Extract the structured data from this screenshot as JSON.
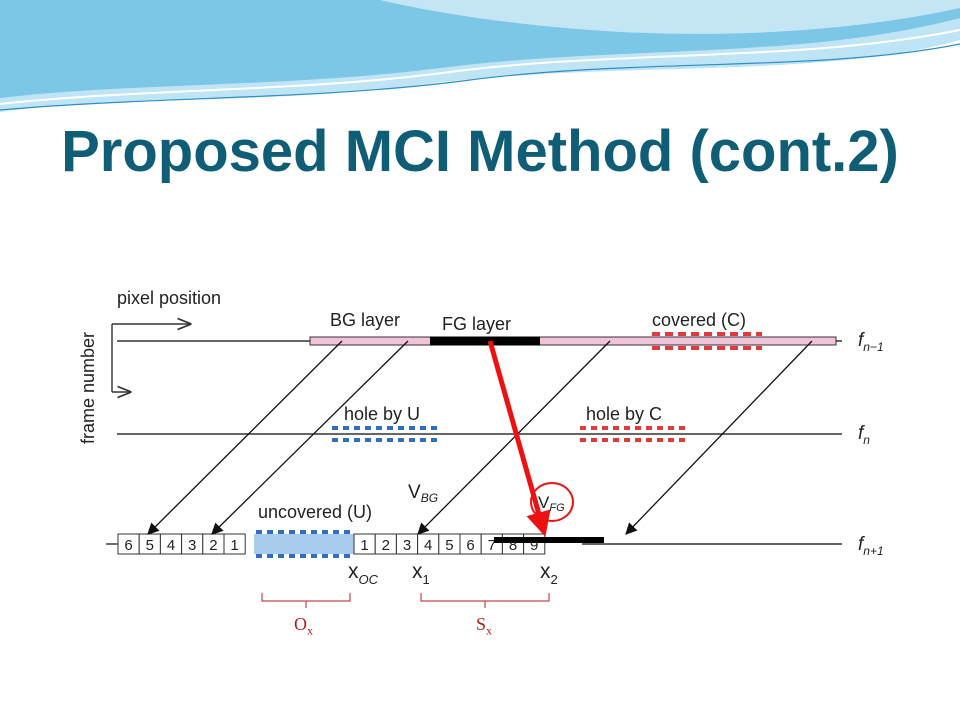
{
  "title": "Proposed MCI Method (cont.2)",
  "colors": {
    "title": "#0f5e75",
    "banner_light": "#bfe4f5",
    "banner_mid": "#7cc6e6",
    "banner_dark": "#3a9fd0",
    "bg_layer": "#f1c3d9",
    "fg_layer": "#000000",
    "covered": "#e03a3a",
    "uncovered": "#2f6fc0",
    "uncovered_fill": "#a9cbed",
    "motion_arrow": "#ee1111",
    "bracket": "#c94545",
    "bracket_text": "#b02020"
  },
  "diagram": {
    "axis_pixel": "pixel position",
    "axis_frame": "frame number",
    "bg_layer": "BG layer",
    "fg_layer": "FG layer",
    "covered": "covered (C)",
    "hole_u": "hole by U",
    "hole_c": "hole by C",
    "uncovered": "uncovered (U)",
    "v_bg": "V",
    "v_bg_sub": "BG",
    "v_fg": "V",
    "v_fg_sub": "FG",
    "frame_prev": "f",
    "frame_prev_sub": "n−1",
    "frame_cur": "f",
    "frame_cur_sub": "n",
    "frame_next": "f",
    "frame_next_sub": "n+1",
    "x_oc": "x",
    "x_oc_sub": "OC",
    "x1": "x",
    "x1_sub": "1",
    "x2": "x",
    "x2_sub": "2",
    "cells_left": [
      "6",
      "5",
      "4",
      "3",
      "2",
      "1"
    ],
    "cells_right": [
      "1",
      "2",
      "3",
      "4",
      "5",
      "6",
      "7",
      "8",
      "9"
    ]
  },
  "brackets": {
    "ox_main": "O",
    "ox_sub": "x",
    "sx_main": "S",
    "sx_sub": "x"
  }
}
